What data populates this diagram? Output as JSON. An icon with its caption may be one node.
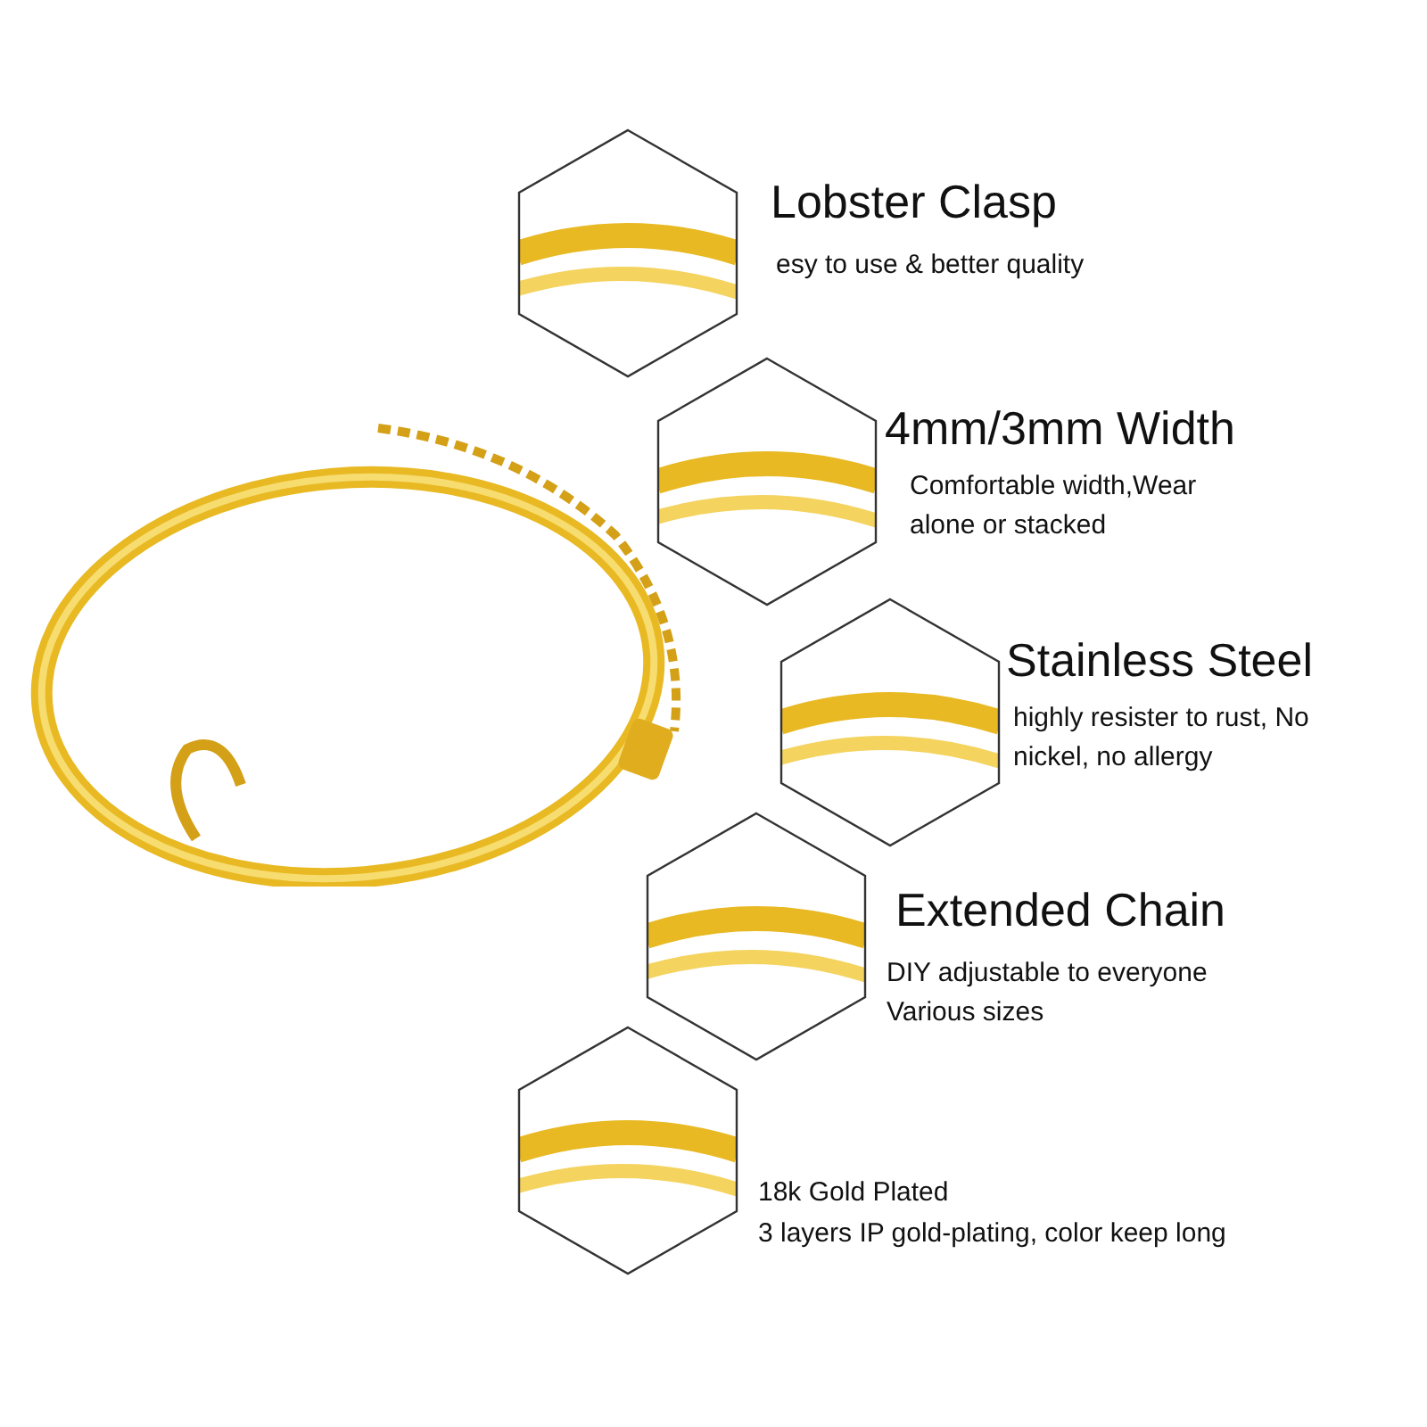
{
  "diagram": {
    "nodes": [
      {
        "text": [
          "Lobster Clasp",
          "esy to use & better quality"
        ]
      },
      {
        "text": [
          "4mm/3mm Width",
          "Comfortable width,Wear alone or stacked"
        ]
      },
      {
        "text": [
          "Stainless Steel",
          "highly resister to rust, No nickel, no allergy"
        ]
      },
      {
        "text": [
          "Extended Chain",
          "DIY adjustable to everyone Various sizes"
        ]
      },
      {
        "text": [
          "18k Gold Plated",
          "3 layers IP gold-plating, color keep long"
        ]
      }
    ]
  }
}
